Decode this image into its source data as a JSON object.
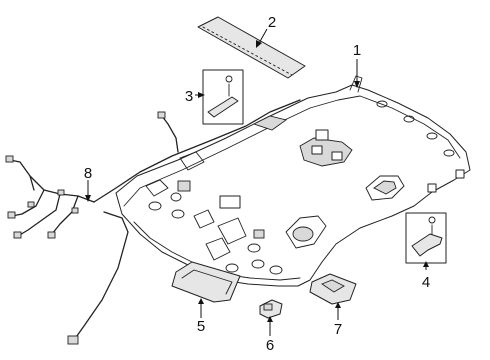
{
  "diagram": {
    "callouts": [
      {
        "id": "headliner",
        "label": "1"
      },
      {
        "id": "insulator",
        "label": "2"
      },
      {
        "id": "sunvisor-holder-left",
        "label": "3"
      },
      {
        "id": "grab-handle",
        "label": "4"
      },
      {
        "id": "sun-visor",
        "label": "5"
      },
      {
        "id": "retainer-clip",
        "label": "6"
      },
      {
        "id": "dome-lamp",
        "label": "7"
      },
      {
        "id": "roof-wiring-harness",
        "label": "8"
      }
    ],
    "colors": {
      "line": "#222222",
      "fill": "#ffffff",
      "shade": "#e6e6e6"
    }
  }
}
